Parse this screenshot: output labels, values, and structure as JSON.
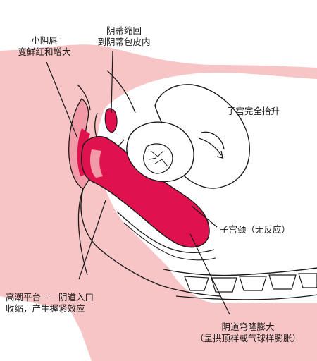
{
  "labels": {
    "labia_minora": [
      "小阴唇",
      "变鲜红和增大"
    ],
    "clitoris": [
      "阴蒂缩回",
      "到阴蒂包皮内"
    ],
    "uterus": "子宫完全抬升",
    "cervix": "子宫颈（无反应）",
    "orgasmic_platform": [
      "高潮平台——阴道入口",
      "收缩，产生握紧效应"
    ],
    "vaginal_vault": [
      "阴道穹隆膨大",
      "（呈拱顶样或气球样膨胀）"
    ]
  },
  "colors": {
    "background": "#ffffff",
    "skin": "#f7c5c5",
    "tissue_red": "#e0124d",
    "light_pink": "#f19aa8",
    "outline": "#1a1a1a"
  }
}
